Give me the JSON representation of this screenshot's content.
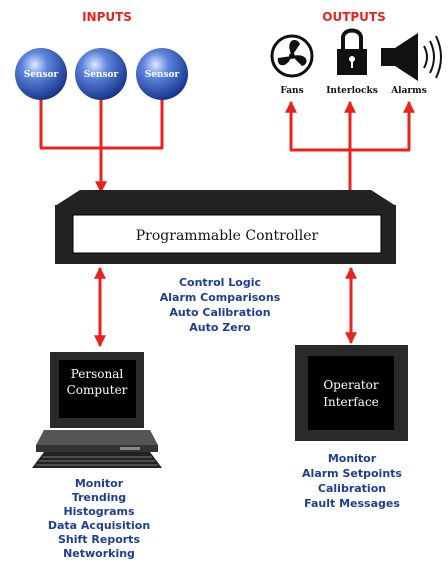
{
  "headers": {
    "inputs": "INPUTS",
    "outputs": "OUTPUTS"
  },
  "sensors": [
    "Sensor",
    "Sensor",
    "Sensor"
  ],
  "outputs": [
    {
      "label": "Fans",
      "icon": "fan-icon"
    },
    {
      "label": "Interlocks",
      "icon": "padlock-icon"
    },
    {
      "label": "Alarms",
      "icon": "speaker-icon"
    }
  ],
  "controller": {
    "label": "Programmable Controller"
  },
  "controller_functions": [
    "Control Logic",
    "Alarm Comparisons",
    "Auto Calibration",
    "Auto Zero"
  ],
  "computer": {
    "screen_lines": [
      "Personal",
      "Computer"
    ],
    "functions": [
      "Monitor",
      "Trending",
      "Histograms",
      "Data Acquisition",
      "Shift Reports",
      "Networking"
    ]
  },
  "operator_interface": {
    "screen_lines": [
      "Operator",
      "Interface"
    ],
    "functions": [
      "Monitor",
      "Alarm Setpoints",
      "Calibration",
      "Fault Messages"
    ]
  },
  "colors": {
    "accent_red": "#e8231e",
    "label_blue": "#1c3e93",
    "sphere_blue": "#2b54b8",
    "dark": "#222222"
  }
}
